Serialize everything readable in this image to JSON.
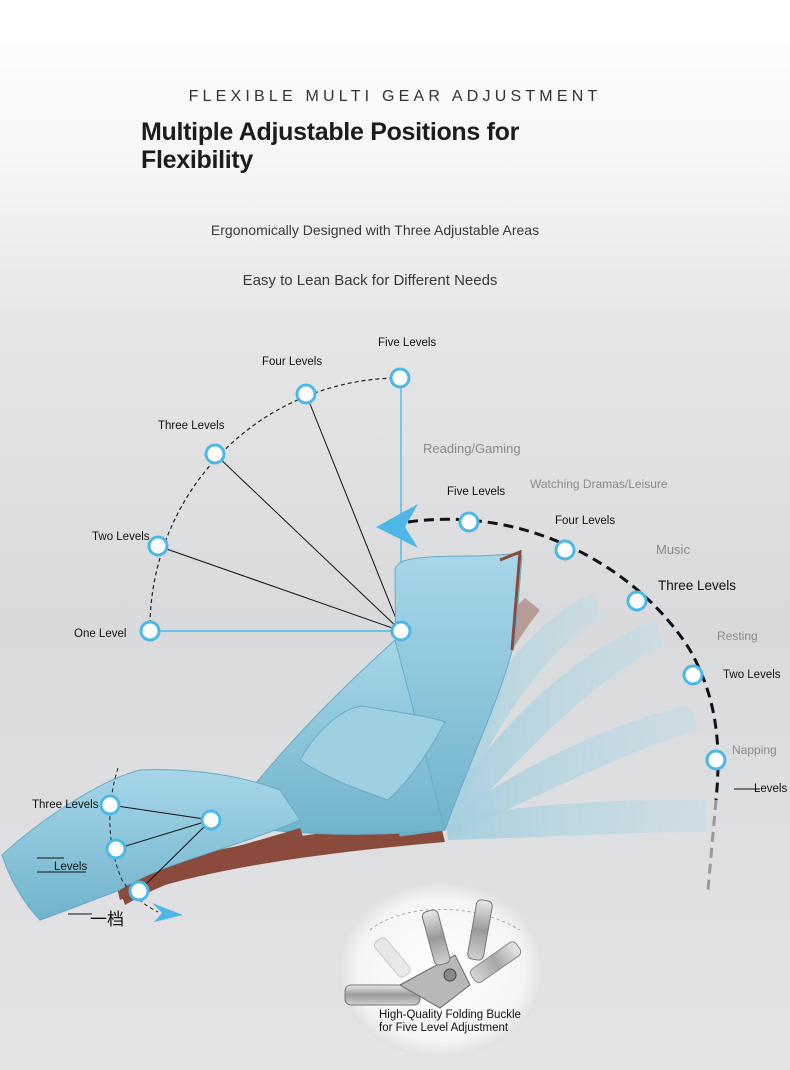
{
  "header": {
    "kicker": "FLEXIBLE MULTI GEAR ADJUSTMENT",
    "headline": "Multiple Adjustable Positions for Flexibility",
    "subtitle_1": "Ergonomically Designed with Three Adjustable Areas",
    "subtitle_2": "Easy to Lean Back for Different Needs"
  },
  "backrest_levels": {
    "one": "One Level",
    "two": "Two Levels",
    "three": "Three Levels",
    "four": "Four Levels",
    "five": "Five Levels"
  },
  "recline_levels": {
    "five": "Five Levels",
    "four": "Four Levels",
    "three": "Three Levels",
    "two": "Two Levels",
    "one": "Levels"
  },
  "usage_modes": {
    "reading": "Reading/Gaming",
    "watching": "Watching Dramas/Leisure",
    "music": "Music",
    "resting": "Resting",
    "napping": "Napping"
  },
  "footrest_levels": {
    "three": "Three Levels",
    "two": "Levels",
    "one": "一档"
  },
  "hinge_caption": {
    "line1": "High-Quality Folding Buckle",
    "line2": "for Five Level Adjustment"
  },
  "colors": {
    "accent_blue": "#4db8e8",
    "sofa_blue": "#8ec8dc",
    "sofa_brown": "#8a4a3c",
    "text_dark": "#1c1c1c",
    "mode_gray": "#8a8a8a"
  }
}
